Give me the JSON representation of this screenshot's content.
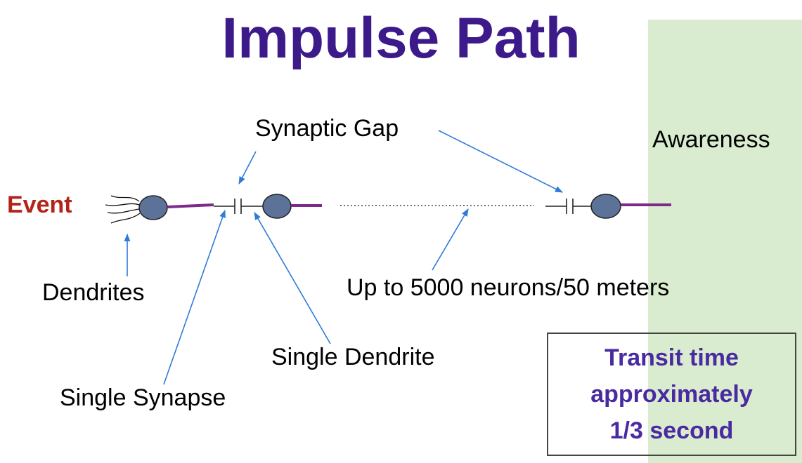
{
  "title": "Impulse Path",
  "labels": {
    "event": "Event",
    "synaptic_gap": "Synaptic Gap",
    "awareness": "Awareness",
    "dendrites": "Dendrites",
    "neuron_range": "Up to 5000 neurons/50 meters",
    "single_dendrite": "Single Dendrite",
    "single_synapse": "Single Synapse"
  },
  "transit": {
    "line1": "Transit time",
    "line2": "approximately",
    "line3": "1/3 second"
  },
  "colors": {
    "title": "#3d1a8a",
    "event": "#b22418",
    "transit_text": "#4a2aa0",
    "awareness_band": "#daecd0",
    "neuron_body": "#5d7299",
    "axon": "#7e2a8a",
    "arrow": "#2f7bd6"
  }
}
